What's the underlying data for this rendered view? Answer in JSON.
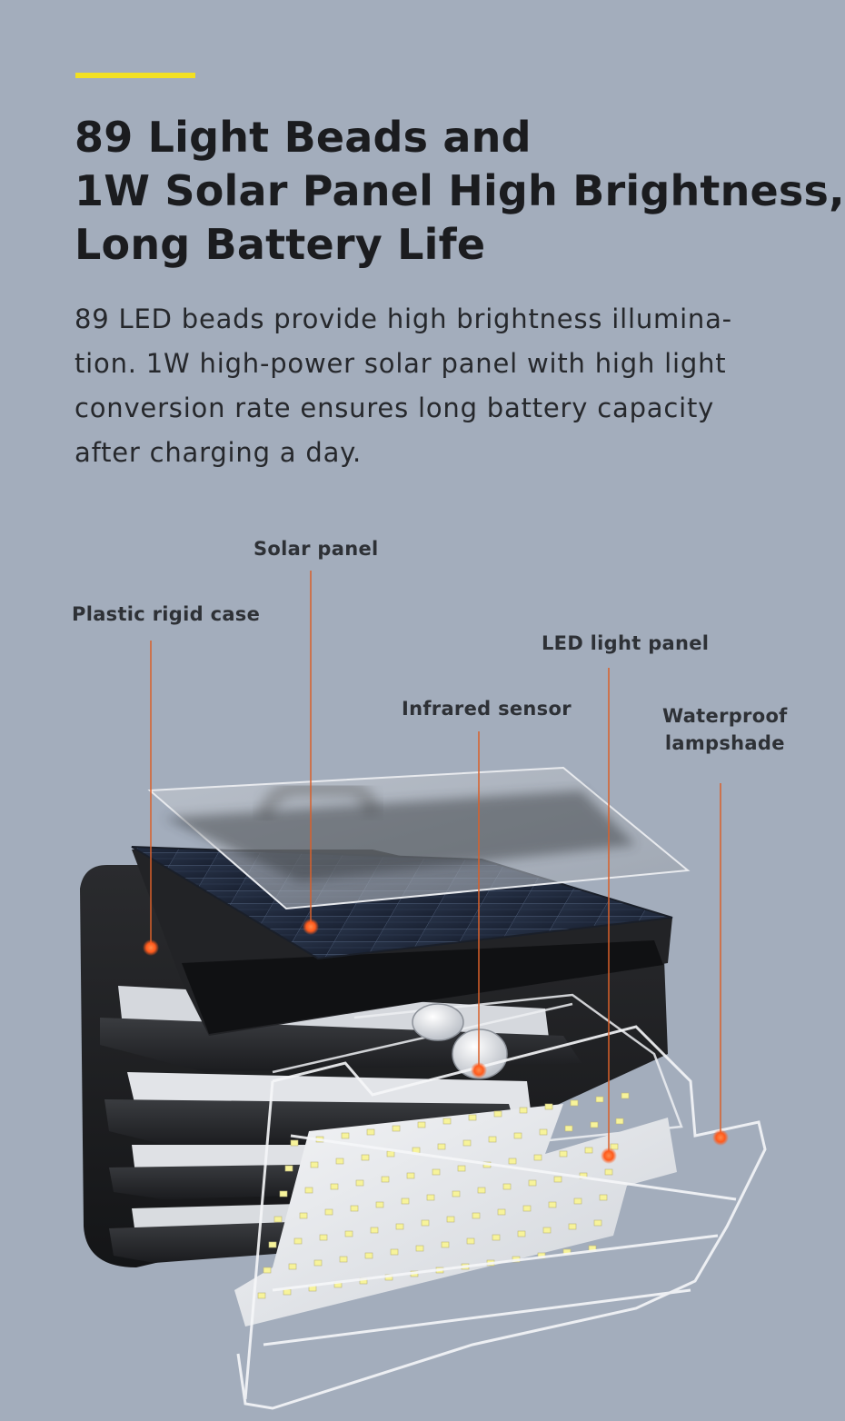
{
  "header": {
    "title_lines": [
      "89 Light Beads and",
      "1W Solar Panel High Brightness,",
      "Long Battery Life"
    ]
  },
  "description": {
    "lines": [
      "89 LED beads provide high brightness illumina-",
      "tion. 1W high-power solar panel with high light",
      "conversion rate ensures long battery capacity",
      "after charging a day."
    ]
  },
  "callouts": {
    "solar_panel": "Solar panel",
    "plastic_case": "Plastic rigid case",
    "led_panel": "LED light panel",
    "infrared_sensor": "Infrared sensor",
    "waterproof_lampshade": [
      "Waterproof",
      "lampshade"
    ]
  },
  "colors": {
    "background": "#a3adbc",
    "accent": "#f2e021",
    "callout_line": "#d9602a",
    "marker": "#ff5a1c"
  }
}
